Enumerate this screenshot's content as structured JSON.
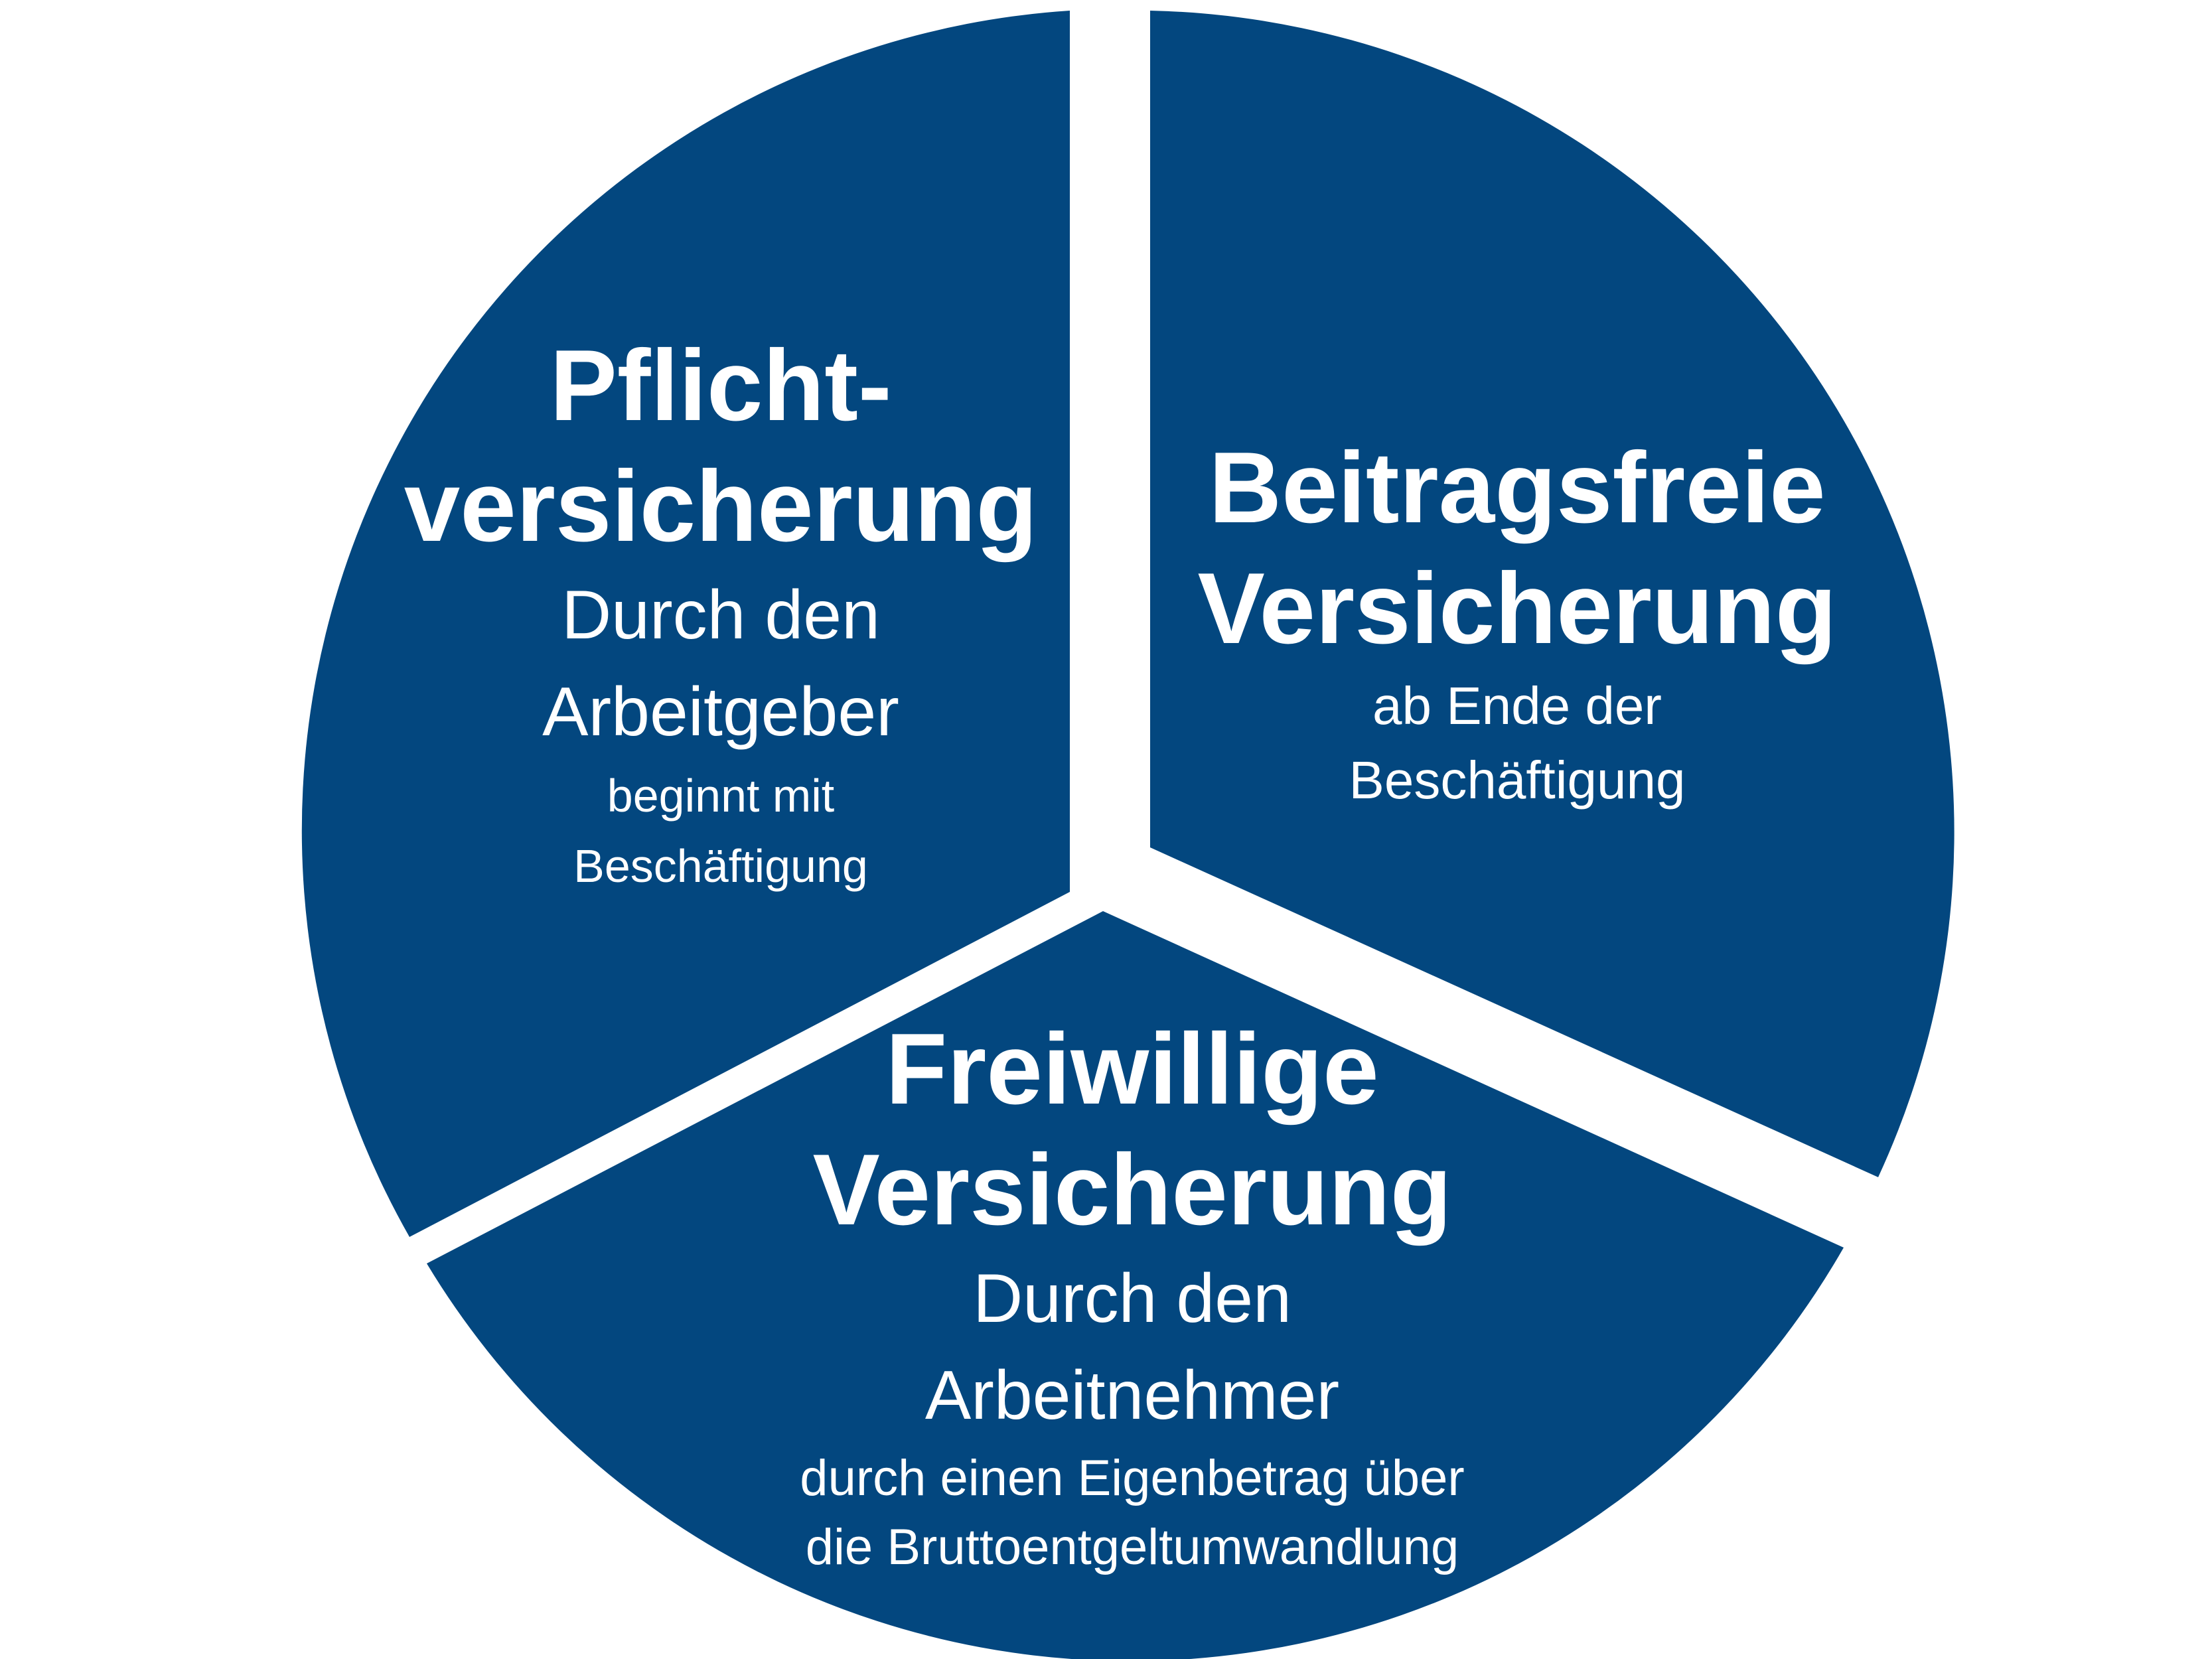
{
  "colors": {
    "segment_fill": "#03477F",
    "text": "#FFFFFF",
    "background": "#FFFFFF"
  },
  "segments": [
    {
      "id": "pflichtversicherung",
      "heading": [
        "Pflicht-",
        "versicherung"
      ],
      "subheading": [
        "Durch den",
        "Arbeitgeber"
      ],
      "detail": [
        "beginnt mit",
        "Beschäftigung"
      ]
    },
    {
      "id": "beitragsfreie-versicherung",
      "heading": [
        "Beitragsfreie",
        "Versicherung"
      ],
      "subheading": [
        "ab Ende der",
        "Beschäftigung"
      ],
      "detail": []
    },
    {
      "id": "freiwillige-versicherung",
      "heading": [
        "Freiwillige",
        "Versicherung"
      ],
      "subheading": [
        "Durch den",
        "Arbeitnehmer"
      ],
      "detail": [
        "durch einen Eigenbetrag über",
        "die Bruttoentgeltumwandlung"
      ]
    }
  ]
}
